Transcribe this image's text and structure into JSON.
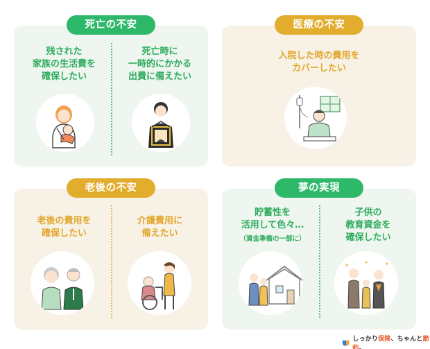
{
  "sections": [
    {
      "title": "死亡の不安",
      "items": [
        {
          "text": "残された\n家族の生活費を\n確保したい",
          "icon": "mother-baby-icon"
        },
        {
          "text": "死亡時に\n一時的にかかる\n出費に備えたい",
          "icon": "funeral-portrait-icon"
        }
      ]
    },
    {
      "title": "医療の不安",
      "items": [
        {
          "text": "入院した時の費用を\nカバーしたい",
          "icon": "hospital-bed-icon"
        }
      ]
    },
    {
      "title": "老後の不安",
      "items": [
        {
          "text": "老後の費用を\n確保したい",
          "icon": "elderly-couple-icon"
        },
        {
          "text": "介護費用に\n備えたい",
          "icon": "caregiver-wheelchair-icon"
        }
      ]
    },
    {
      "title": "夢の実現",
      "items": [
        {
          "text": "貯蓄性を\n活用して色々…",
          "sub": "（資金準備の一部に）",
          "icon": "family-house-icon"
        },
        {
          "text": "子供の\n教育資金を\n確保したい",
          "icon": "graduation-family-icon"
        }
      ]
    }
  ],
  "logo": {
    "prefix": "しっかり",
    "highlight1": "保険",
    "middle": "、ちゃんと",
    "highlight2": "節約",
    "suffix": "。"
  },
  "colors": {
    "green": "#2db86a",
    "gold": "#e2ac2c",
    "green_bg": "#eef6ef",
    "cream_bg": "#f8f1e6"
  }
}
